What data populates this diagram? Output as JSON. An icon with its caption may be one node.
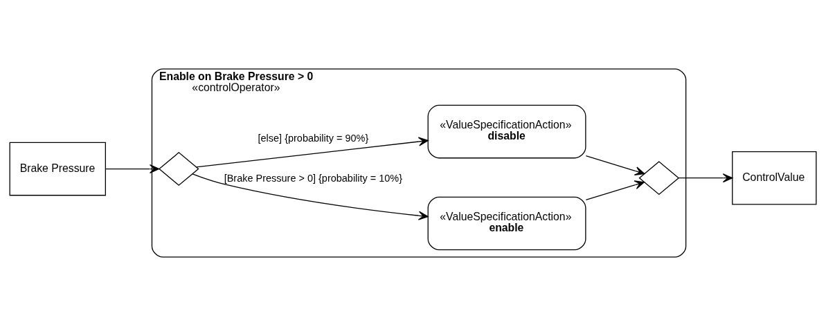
{
  "diagram": {
    "nodes": [
      {
        "text": [
          "Enable on Brake Pressure > 0",
          "«controlOperator»"
        ]
      },
      {
        "text": [
          "Brake Pressure"
        ]
      },
      {
        "text": [],
        "shape": "diamond",
        "in": 0
      },
      {
        "text": [
          "«ValueSpecificationAction»",
          "enable"
        ],
        "in": 0
      },
      {
        "text": [
          "«ValueSpecificationAction»",
          "disable"
        ],
        "in": 0
      },
      {
        "text": [],
        "shape": "diamond",
        "in": 0
      },
      {
        "text": [
          "ControlValue"
        ]
      }
    ],
    "edges": [
      {
        "from": 1,
        "to": 2,
        "arrow": "to"
      },
      {
        "from": 2,
        "to": 3,
        "arrow": "to",
        "label": "[Brake Pressure > 0] {probability = 10%}"
      },
      {
        "from": 2,
        "to": 4,
        "arrow": "to",
        "label": "[else] {probability = 90%}"
      },
      {
        "from": 3,
        "to": 5,
        "arrow": "to"
      },
      {
        "from": 4,
        "to": 5,
        "arrow": "to"
      },
      {
        "from": 5,
        "to": 6,
        "arrow": "to"
      }
    ]
  }
}
